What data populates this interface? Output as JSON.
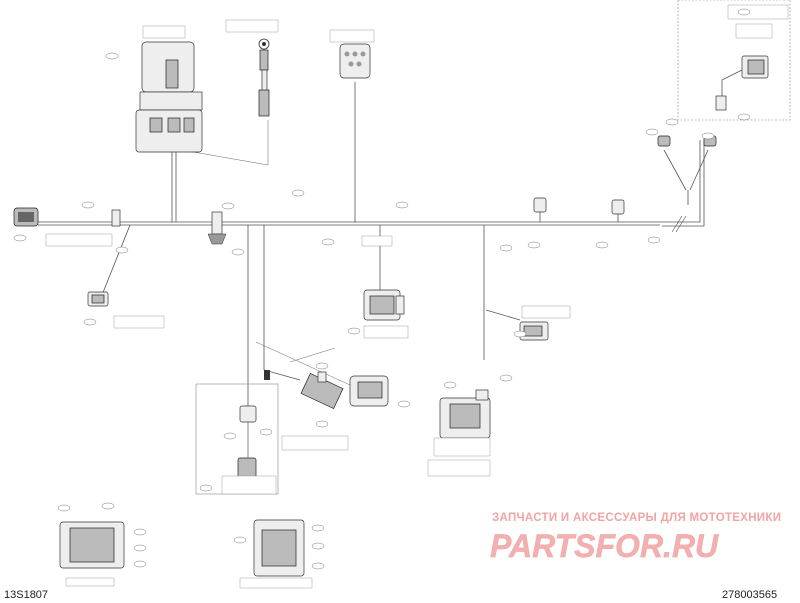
{
  "document": {
    "ref_left": "13S1807",
    "ref_right": "278003565"
  },
  "watermark": {
    "caption": "ЗАПЧАСТИ И АКСЕССУАРЫ ДЛЯ МОТОТЕХНИКИ",
    "logo_text": "PARTSFOR.RU",
    "color": "#f2a3a3"
  },
  "colors": {
    "line": "#555555",
    "component": "#bbbbbb",
    "watermark": "#f2a3a3"
  }
}
